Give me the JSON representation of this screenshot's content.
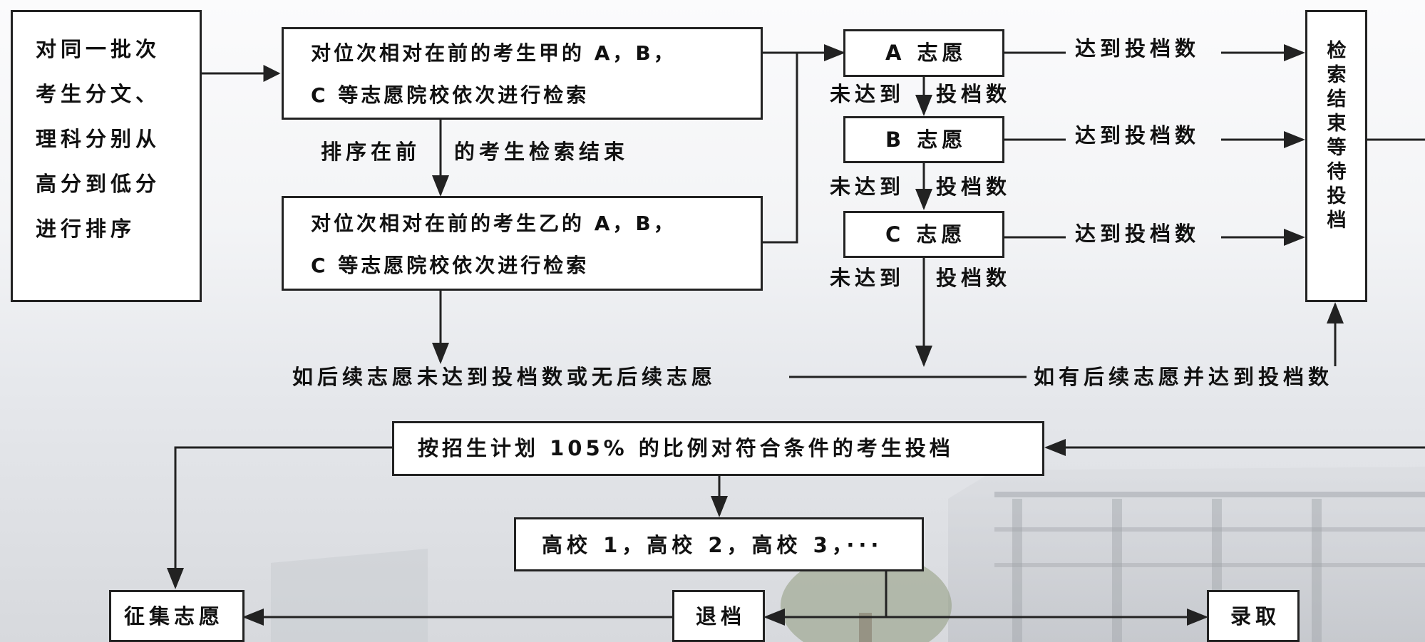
{
  "flow": {
    "sort_step": {
      "lines": [
        "对同一批次",
        "考生分文、",
        "理科分别从",
        "高分到低分",
        "进行排序"
      ]
    },
    "candidate_a": {
      "lines": [
        "对位次相对在前的考生甲的 A，B，",
        "C 等志愿院校依次进行检索"
      ]
    },
    "between_candidates": {
      "left": "排序在前",
      "right": "的考生检索结束"
    },
    "candidate_b": {
      "lines": [
        "对位次相对在前的考生乙的 A，B，",
        "C 等志愿院校依次进行检索"
      ]
    },
    "choices": [
      {
        "label": "A 志愿",
        "reached": "达到投档数"
      },
      {
        "label": "B 志愿",
        "reached": "达到投档数"
      },
      {
        "label": "C 志愿",
        "reached": "达到投档数"
      }
    ],
    "not_reached": [
      {
        "left": "未达到",
        "right": "投档数"
      },
      {
        "left": "未达到",
        "right": "投档数"
      },
      {
        "left": "未达到",
        "right": "投档数"
      }
    ],
    "search_end": "检索结束等待投档",
    "no_follow_up": "如后续志愿未达到投档数或无后续志愿",
    "follow_up_reached": "如有后续志愿并达到投档数",
    "submit_files": "按招生计划 105% 的比例对符合条件的考生投档",
    "universities": "高校 1，高校 2，高校 3，···",
    "solicit": "征集志愿",
    "return_file": "退档",
    "admit": "录取"
  }
}
